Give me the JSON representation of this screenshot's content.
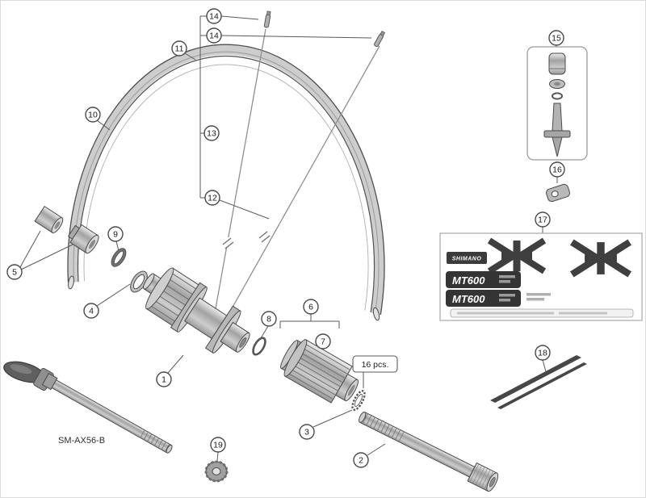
{
  "labels": {
    "model": "SM-AX56-B",
    "quantity_note": "16 pcs."
  },
  "stickers": {
    "brand": "SHIMANO",
    "model_badge_1": "MT600",
    "model_badge_2": "MT600"
  },
  "callouts": [
    "14",
    "14",
    "11",
    "10",
    "13",
    "12",
    "15",
    "16",
    "17",
    "18",
    "9",
    "5",
    "4",
    "1",
    "8",
    "6",
    "7",
    "3",
    "2",
    "19"
  ],
  "colors": {
    "outline": "#4a4a4a",
    "metal_light": "#ededed",
    "metal_mid": "#b5b5b5",
    "metal_dark": "#8c8c8c",
    "sticker_dark": "#343434"
  }
}
